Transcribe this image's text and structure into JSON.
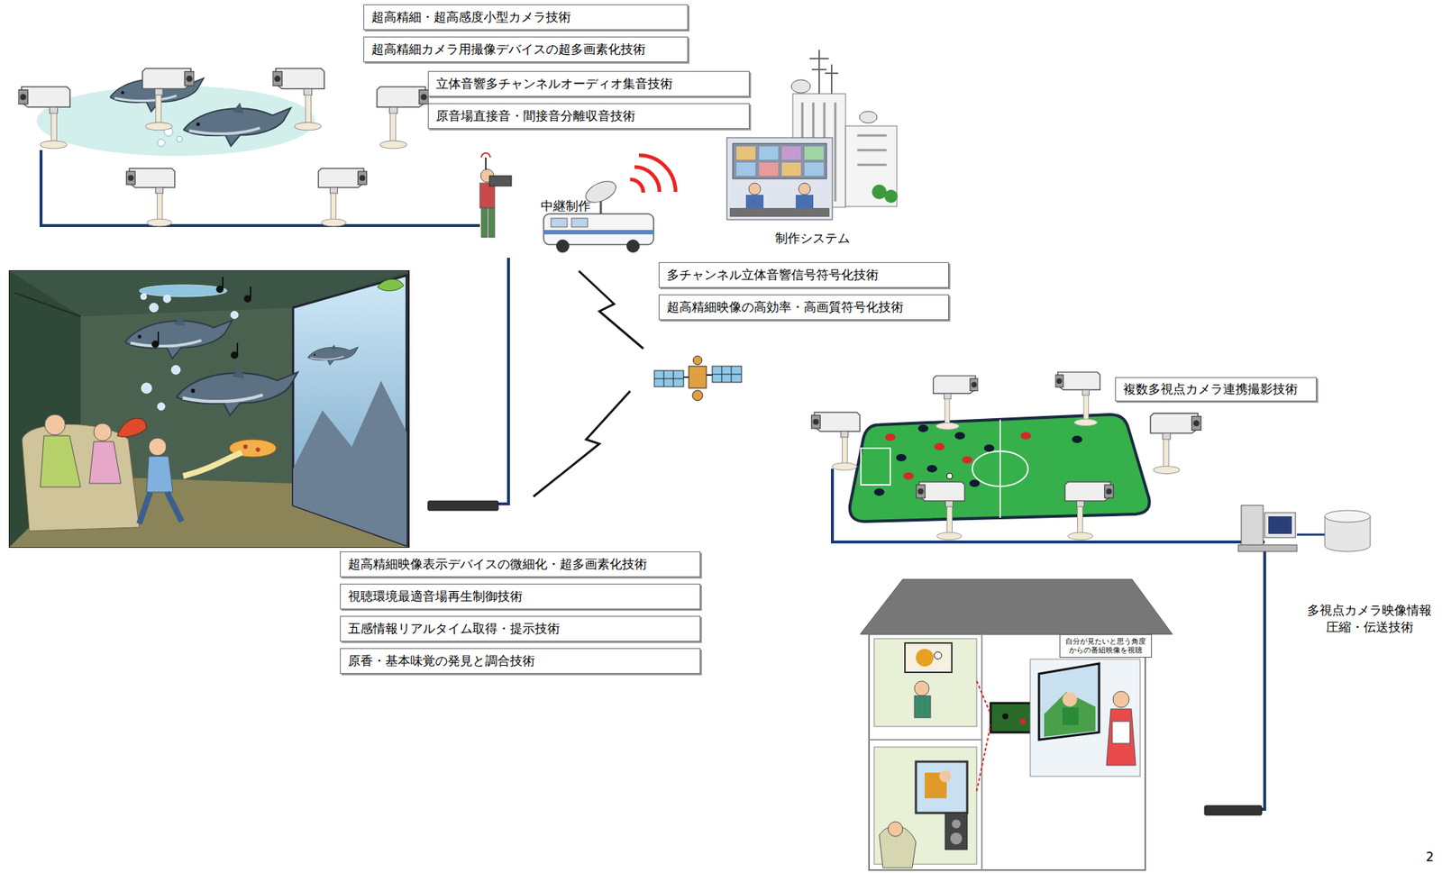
{
  "diagram": {
    "nodes": [
      {
        "text": [
          "超高精細・超高感度小型カメラ技術"
        ]
      },
      {
        "text": [
          "超高精細カメラ用撮像デバイスの超多画素化技術"
        ]
      },
      {
        "text": [
          "立体音響多チャンネルオーディオ集音技術"
        ]
      },
      {
        "text": [
          "原音場直接音・間接音分離収音技術"
        ]
      },
      {
        "text": [
          "多チャンネル立体音響信号符号化技術"
        ]
      },
      {
        "text": [
          "超高精細映像の高効率・高画質符号化技術"
        ]
      },
      {
        "text": [
          "複数多視点カメラ連携撮影技術"
        ]
      },
      {
        "text": [
          "超高精細映像表示デバイスの微細化・超多画素化技術"
        ]
      },
      {
        "text": [
          "視聴環境最適音場再生制御技術"
        ]
      },
      {
        "text": [
          "五感情報リアルタイム取得・提示技術"
        ]
      },
      {
        "text": [
          "原香・基本味覚の発見と調合技術"
        ]
      },
      {
        "text": [
          "自分が見たいと思う角度 からの番組映像を視聴"
        ]
      }
    ],
    "labels": [
      "中継制作",
      "制作システム",
      "多視点カメラ映像情報 圧縮・伝送技術",
      "2"
    ]
  }
}
